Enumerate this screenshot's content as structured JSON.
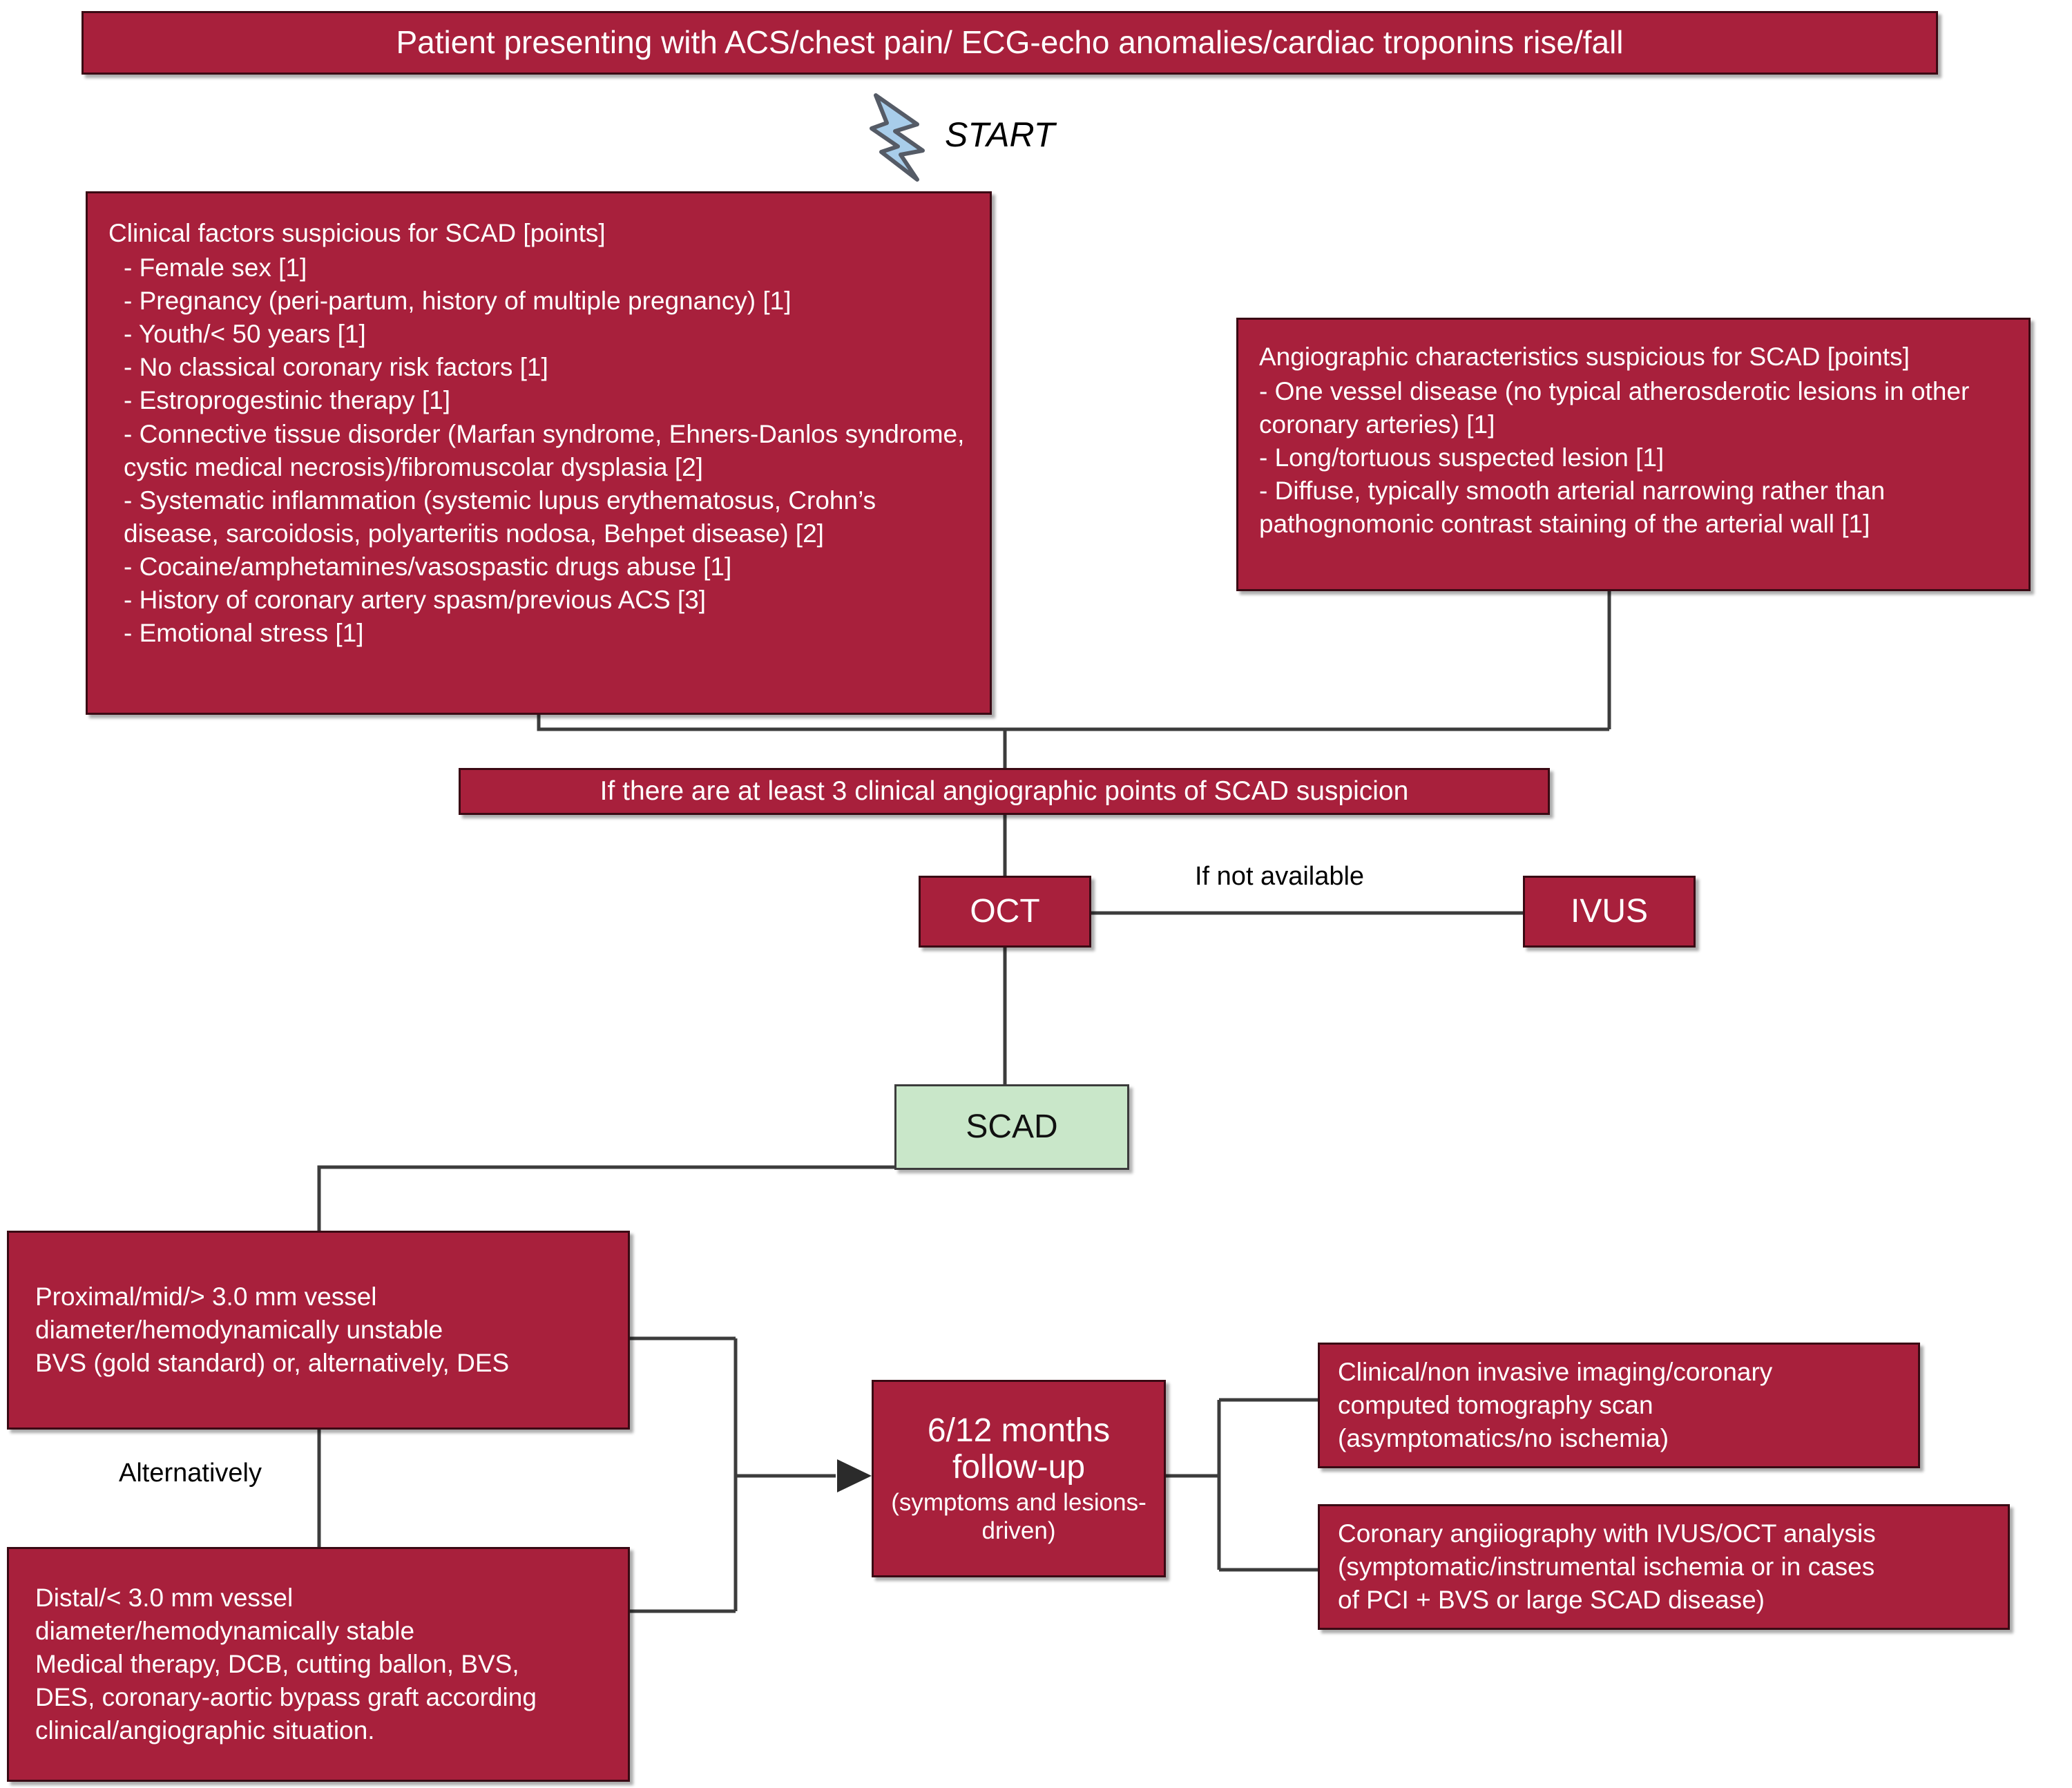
{
  "title_bar": {
    "text": "Patient presenting with ACS/chest pain/ ECG-echo anomalies/cardiac troponins rise/fall"
  },
  "start": {
    "label": "START",
    "icon": "lightning-bolt-icon",
    "icon_fill": "#a8cdea",
    "icon_stroke": "#555b66"
  },
  "clinical_box": {
    "heading": "Clinical factors suspicious for SCAD [points]",
    "items": [
      "- Female sex [1]",
      "- Pregnancy (peri-partum, history of multiple pregnancy) [1]",
      "- Youth/< 50 years [1]",
      "- No classical coronary risk factors [1]",
      "- Estroprogestinic therapy [1]",
      "- Connective tissue disorder (Marfan syndrome, Ehners-Danlos syndrome, cystic medical necrosis)/fibromuscolar dysplasia [2]",
      "- Systematic inflammation (systemic lupus erythematosus, Crohn’s disease, sarcoidosis, polyarteritis nodosa, Behpet disease) [2]",
      "- Cocaine/amphetamines/vasospastic drugs abuse [1]",
      "- History of coronary artery spasm/previous ACS [3]",
      "- Emotional stress [1]"
    ]
  },
  "angiographic_box": {
    "heading": "Angiographic characteristics suspicious for SCAD [points]",
    "items": [
      "- One vessel disease (no typical atherosderotic lesions in other coronary arteries) [1]",
      "- Long/tortuous suspected lesion [1]",
      "- Diffuse, typically smooth arterial narrowing rather than pathognomonic contrast staining of the arterial wall [1]"
    ]
  },
  "decision_bar": {
    "text": "If there are at least 3 clinical angiographic points of SCAD suspicion"
  },
  "oct": {
    "label": "OCT"
  },
  "ivus": {
    "label": "IVUS"
  },
  "oct_ivus_link": {
    "label": "If not available"
  },
  "scad": {
    "label": "SCAD"
  },
  "proximal_box": {
    "line1": "Proximal/mid/> 3.0 mm vessel",
    "line2": "diameter/hemodynamically unstable",
    "line3": "BVS (gold standard) or, alternatively, DES"
  },
  "alternatively_label": {
    "text": "Alternatively"
  },
  "distal_box": {
    "line1": "Distal/< 3.0 mm vessel",
    "line2": "diameter/hemodynamically stable",
    "line3": "Medical therapy, DCB, cutting ballon, BVS,",
    "line4": "DES, coronary-aortic bypass graft according",
    "line5": "clinical/angiographic situation."
  },
  "followup_box": {
    "main_line1": "6/12 months",
    "main_line2": "follow-up",
    "sub_line1": "(symptoms and lesions-",
    "sub_line2": "driven)"
  },
  "outcome_top": {
    "line1": "Clinical/non invasive imaging/coronary",
    "line2": "computed tomography scan",
    "line3": "(asymptomatics/no ischemia)"
  },
  "outcome_bottom": {
    "line1": "Coronary angiiography with IVUS/OCT analysis",
    "line2": "(symptomatic/instrumental ischemia or in cases",
    "line3": "of PCI + BVS or large SCAD disease)"
  },
  "colors": {
    "box_red": "#A8203C",
    "box_border": "#3a0a14",
    "scad_green": "#c9e7c9",
    "connector": "#3c3c3c",
    "text_on_red": "#ffffff",
    "text_black": "#000000"
  }
}
